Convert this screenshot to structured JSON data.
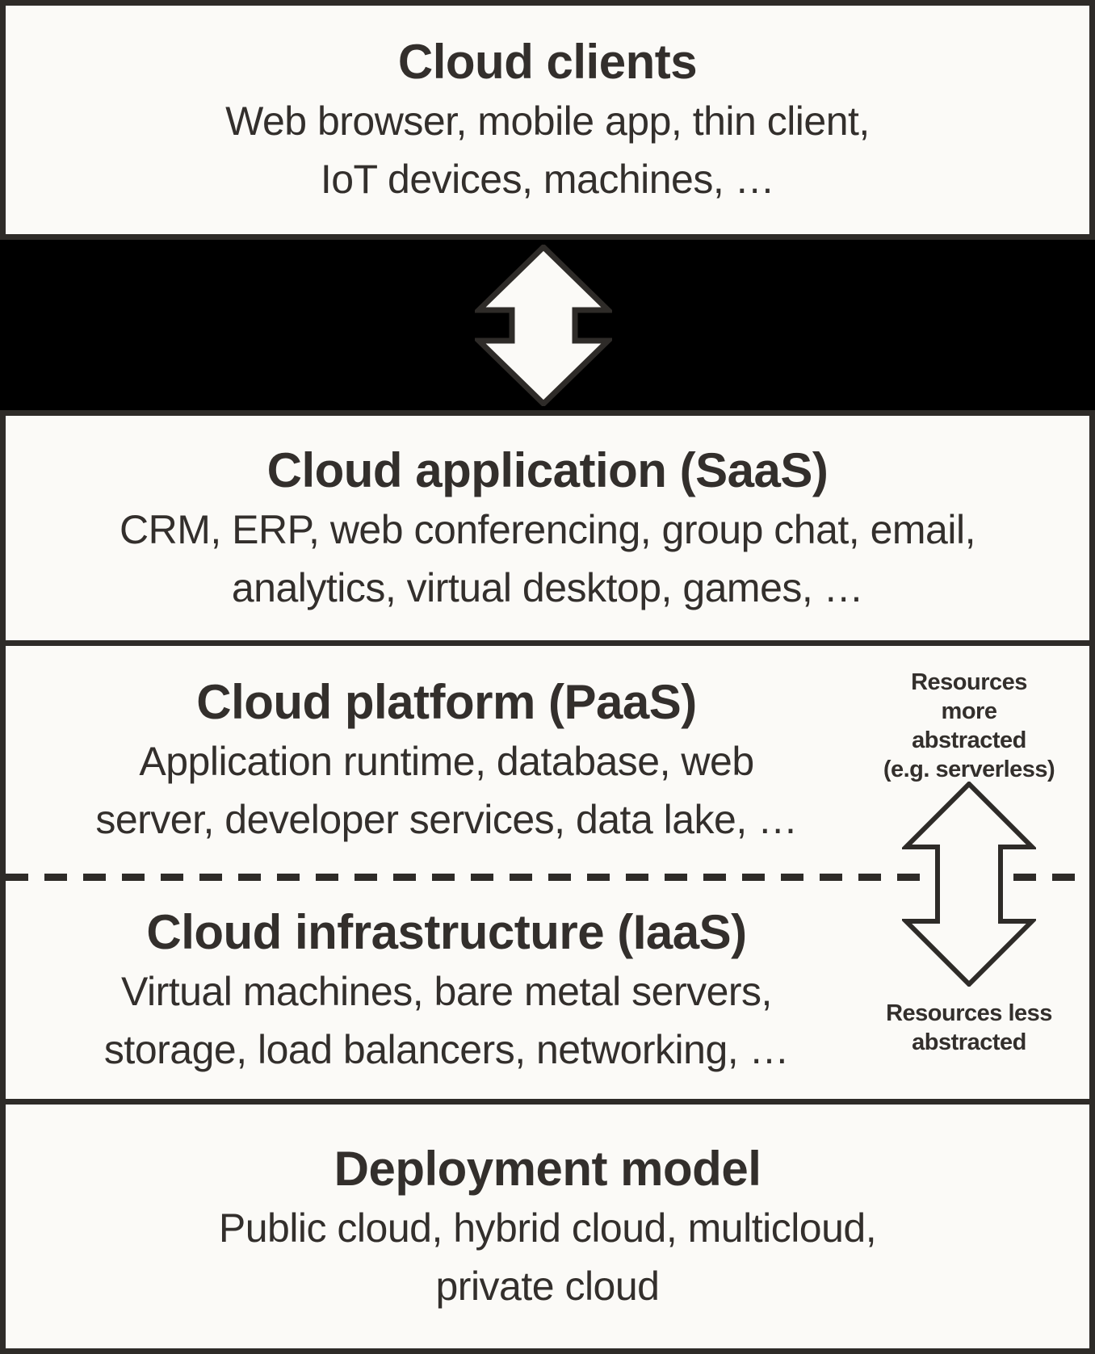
{
  "colors": {
    "page_bg": "#000000",
    "box_fill": "#fbfaf7",
    "border": "#2e2b28",
    "text": "#332f2c"
  },
  "diagram": {
    "clients": {
      "title": "Cloud clients",
      "body": "Web browser, mobile app, thin client,\nIoT devices, machines, …"
    },
    "saas": {
      "title": "Cloud application (SaaS)",
      "body": "CRM, ERP, web conferencing, group chat, email,\nanalytics, virtual desktop, games, …"
    },
    "paas": {
      "title": "Cloud platform (PaaS)",
      "body": "Application runtime, database, web\nserver, developer services, data lake, …"
    },
    "iaas": {
      "title": "Cloud infrastructure (IaaS)",
      "body": "Virtual machines, bare metal servers,\nstorage, load balancers, networking, …"
    },
    "deployment": {
      "title": "Deployment model",
      "body": "Public cloud, hybrid cloud, multicloud,\nprivate cloud"
    },
    "abstraction": {
      "more_label": "Resources\nmore\nabstracted\n(e.g. serverless)",
      "less_label": "Resources less\nabstracted"
    },
    "icons": {
      "clients_link_arrow": "double-vertical-arrow",
      "abstraction_arrow": "double-vertical-arrow"
    }
  }
}
